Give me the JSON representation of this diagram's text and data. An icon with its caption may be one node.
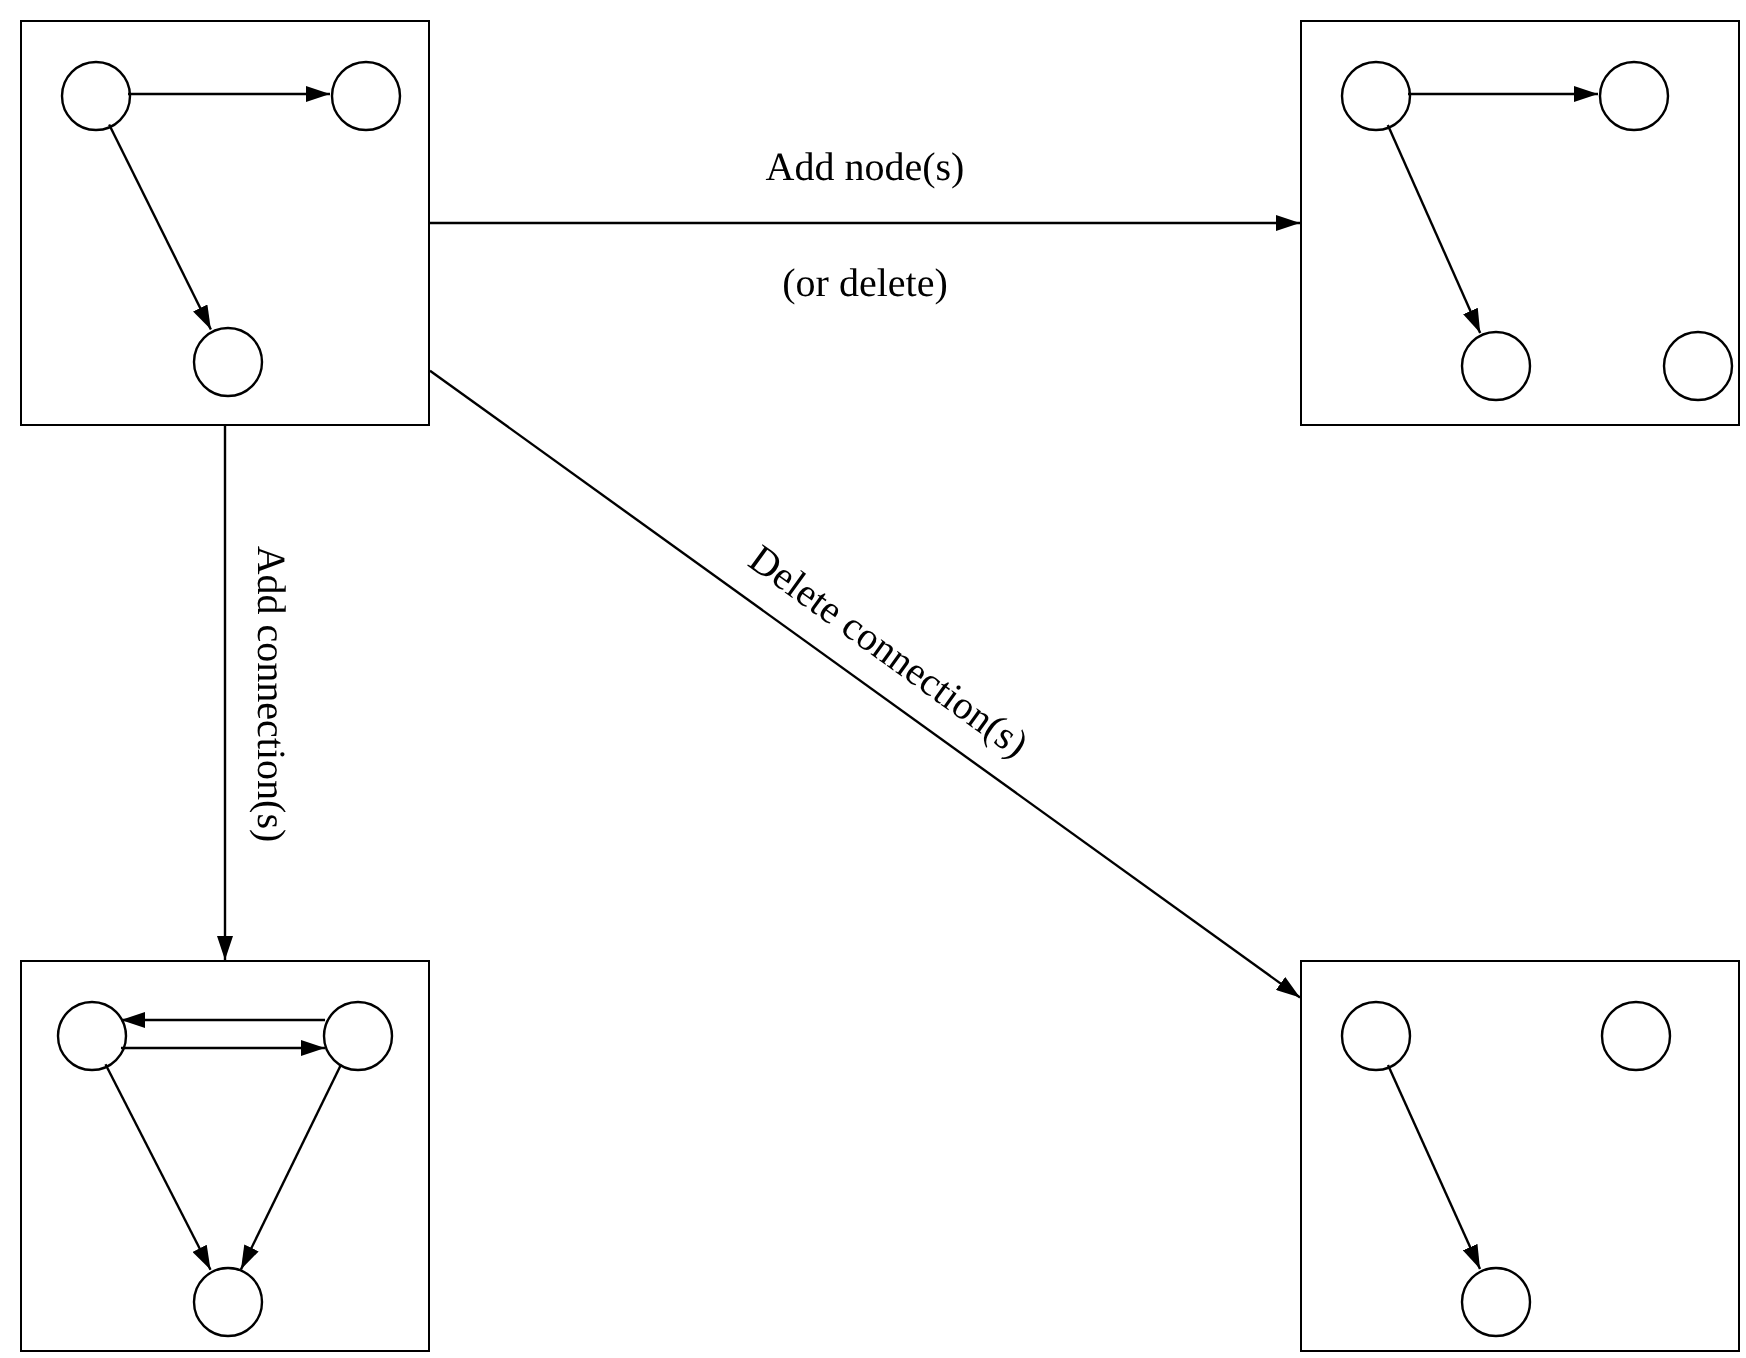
{
  "diagram": {
    "nodes": [
      {
        "text": [],
        "shape": "box"
      },
      {
        "text": [],
        "shape": "circle",
        "in": 0
      },
      {
        "text": [],
        "shape": "circle",
        "in": 0
      },
      {
        "text": [],
        "shape": "circle",
        "in": 0
      },
      {
        "text": [],
        "shape": "box"
      },
      {
        "text": [],
        "shape": "circle",
        "in": 4
      },
      {
        "text": [],
        "shape": "circle",
        "in": 4
      },
      {
        "text": [],
        "shape": "circle",
        "in": 4
      },
      {
        "text": [],
        "shape": "circle",
        "in": 4
      },
      {
        "text": [],
        "shape": "box"
      },
      {
        "text": [],
        "shape": "circle",
        "in": 9
      },
      {
        "text": [],
        "shape": "circle",
        "in": 9
      },
      {
        "text": [],
        "shape": "circle",
        "in": 9
      },
      {
        "text": [],
        "shape": "box"
      },
      {
        "text": [],
        "shape": "circle",
        "in": 13
      },
      {
        "text": [],
        "shape": "circle",
        "in": 13
      },
      {
        "text": [],
        "shape": "circle",
        "in": 13
      }
    ],
    "edges": [
      {
        "from": 0,
        "to": 4,
        "arrow": "to",
        "label": "Add node(s)"
      },
      {
        "from": 0,
        "to": 9,
        "arrow": "to",
        "label": "Add connection(s)"
      },
      {
        "from": 0,
        "to": 13,
        "arrow": "to",
        "label": "Delete connection(s)"
      },
      {
        "from": 1,
        "to": 2,
        "arrow": "to"
      },
      {
        "from": 1,
        "to": 3,
        "arrow": "to"
      },
      {
        "from": 5,
        "to": 6,
        "arrow": "to"
      },
      {
        "from": 5,
        "to": 7,
        "arrow": "to"
      },
      {
        "from": 11,
        "to": 10,
        "arrow": "to"
      },
      {
        "from": 10,
        "to": 11,
        "arrow": "to"
      },
      {
        "from": 10,
        "to": 12,
        "arrow": "to"
      },
      {
        "from": 11,
        "to": 12,
        "arrow": "to"
      },
      {
        "from": 14,
        "to": 16,
        "arrow": "to"
      }
    ],
    "labels": [
      "(or delete)"
    ]
  }
}
